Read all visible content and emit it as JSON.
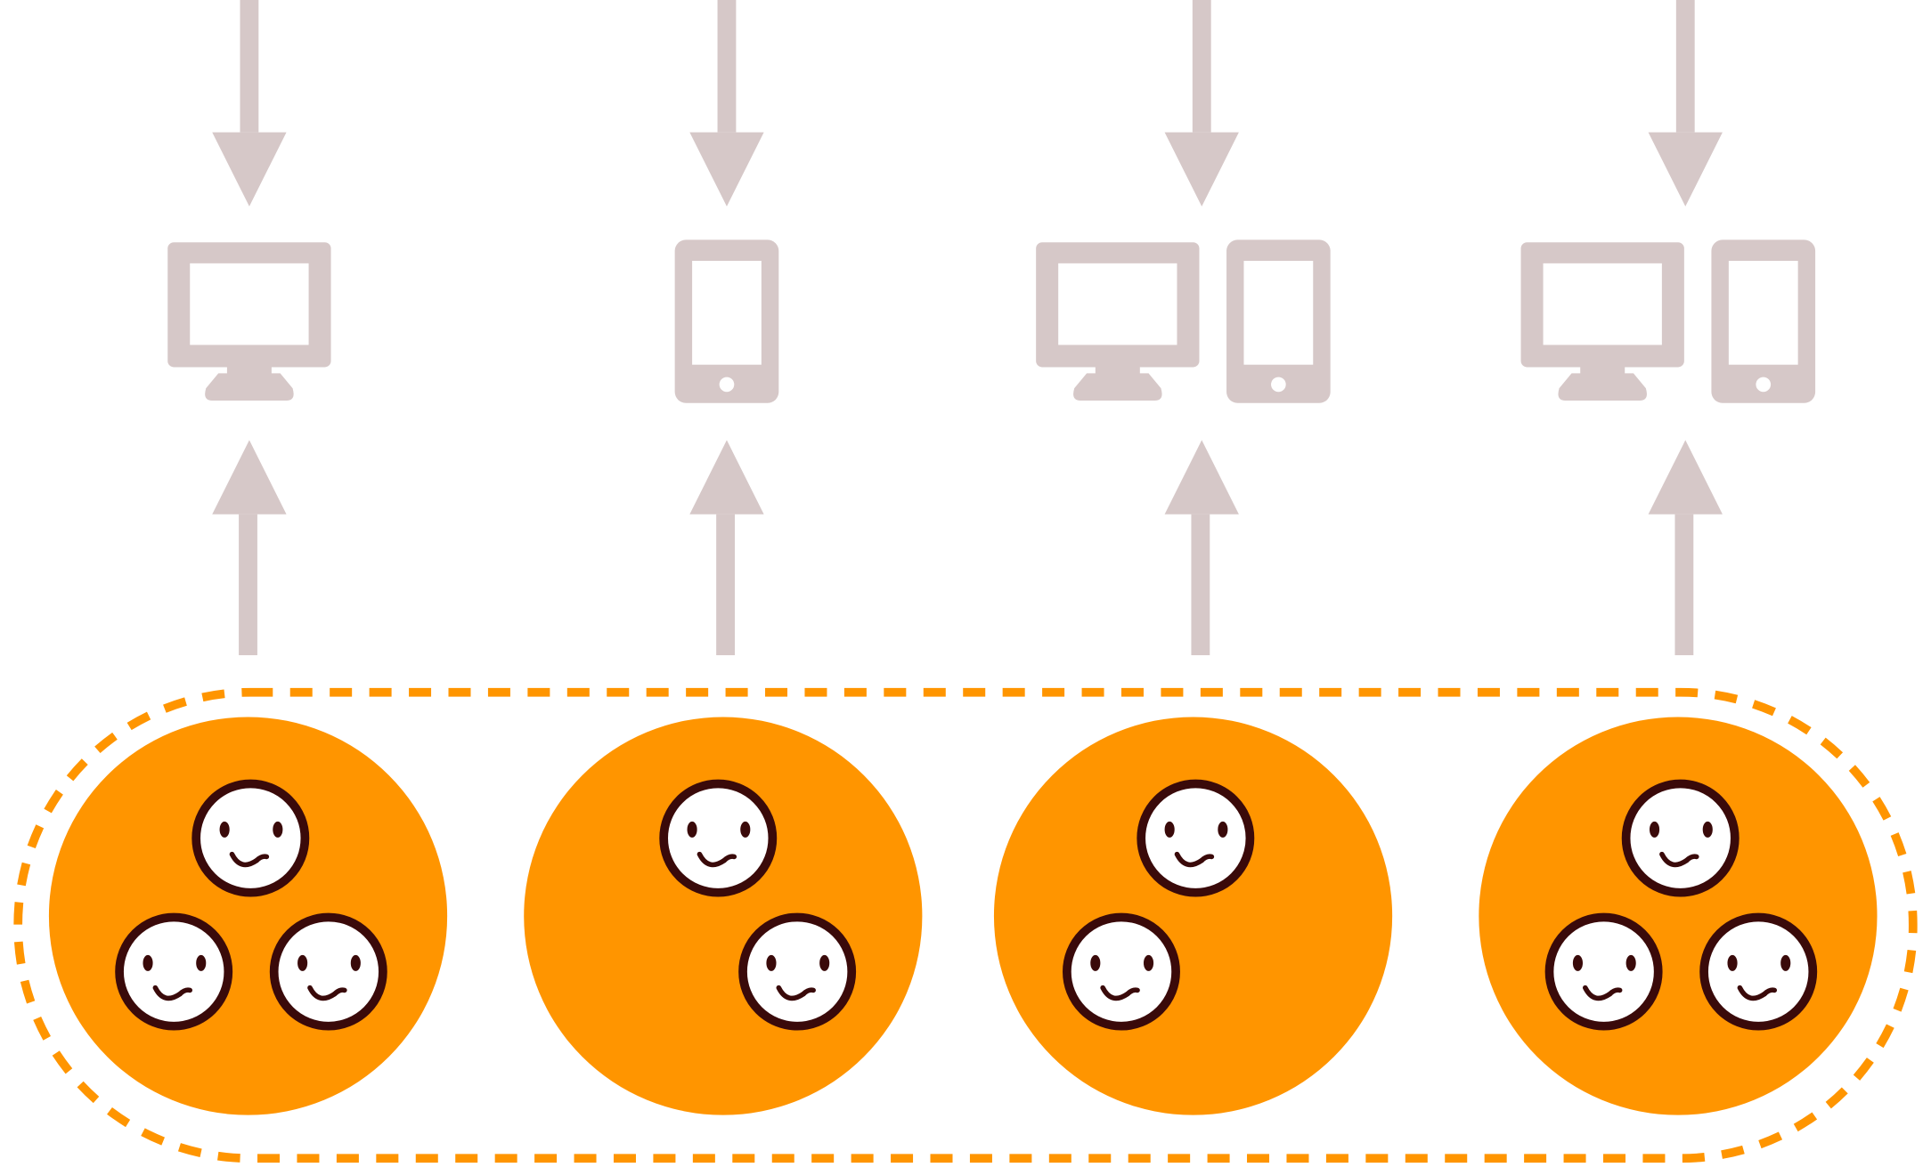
{
  "colors": {
    "background": "#ffffff",
    "device_gray": "#d6c8c8",
    "group_orange": "#ff9500",
    "face_outline": "#3a0a0a",
    "face_fill": "#ffffff"
  },
  "columns": [
    {
      "devices": [
        "desktop-monitor"
      ],
      "people": 3
    },
    {
      "devices": [
        "mobile-phone"
      ],
      "people": 2
    },
    {
      "devices": [
        "desktop-monitor",
        "mobile-phone"
      ],
      "people": 2
    },
    {
      "devices": [
        "desktop-monitor",
        "mobile-phone"
      ],
      "people": 3
    }
  ],
  "arrows": {
    "incoming": "down",
    "outgoing": "up"
  },
  "boundary": {
    "style": "dashed",
    "shape": "rounded-capsule"
  }
}
